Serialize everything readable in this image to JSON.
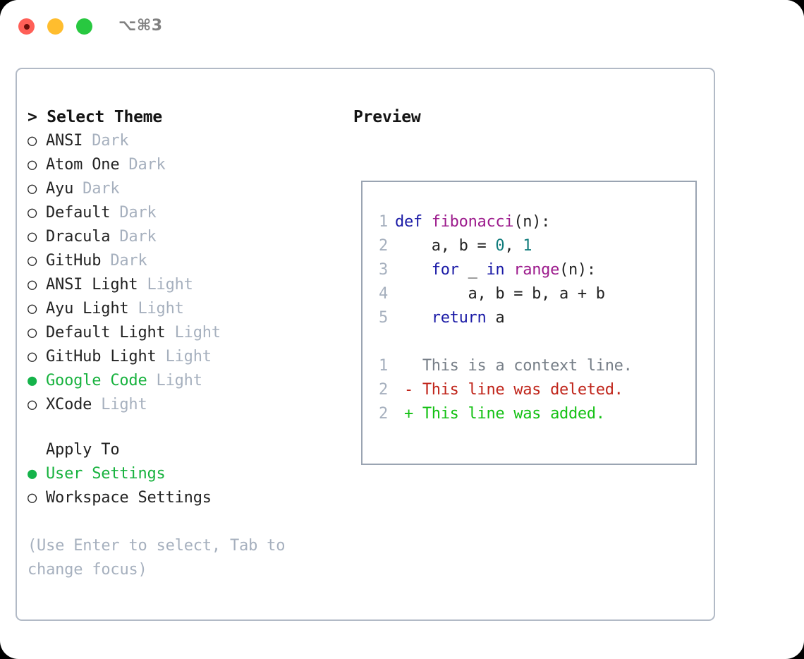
{
  "titlebar": {
    "shortcut": "⌥⌘3",
    "buttons": [
      {
        "name": "close",
        "color": "#ff5f57"
      },
      {
        "name": "minimize",
        "color": "#ffbd2e"
      },
      {
        "name": "maximize",
        "color": "#28c840"
      }
    ]
  },
  "theme_picker": {
    "heading": "> Select Theme",
    "marker_selected": "●",
    "marker_unselected": "○",
    "items": [
      {
        "label": "ANSI",
        "suffix": "Dark",
        "selected": false
      },
      {
        "label": "Atom One",
        "suffix": "Dark",
        "selected": false
      },
      {
        "label": "Ayu",
        "suffix": "Dark",
        "selected": false
      },
      {
        "label": "Default",
        "suffix": "Dark",
        "selected": false
      },
      {
        "label": "Dracula",
        "suffix": "Dark",
        "selected": false
      },
      {
        "label": "GitHub",
        "suffix": "Dark",
        "selected": false
      },
      {
        "label": "ANSI Light",
        "suffix": "Light",
        "selected": false
      },
      {
        "label": "Ayu Light",
        "suffix": "Light",
        "selected": false
      },
      {
        "label": "Default Light",
        "suffix": "Light",
        "selected": false
      },
      {
        "label": "GitHub Light",
        "suffix": "Light",
        "selected": false
      },
      {
        "label": "Google Code",
        "suffix": "Light",
        "selected": true
      },
      {
        "label": "XCode",
        "suffix": "Light",
        "selected": false
      }
    ]
  },
  "apply_to": {
    "heading": "Apply To",
    "items": [
      {
        "label": "User Settings",
        "selected": true
      },
      {
        "label": "Workspace Settings",
        "selected": false
      }
    ]
  },
  "hint": "(Use Enter to select, Tab to change focus)",
  "preview": {
    "heading": "Preview",
    "code_lines": [
      {
        "num": "1",
        "tokens": [
          {
            "t": "def",
            "c": "kw"
          },
          {
            "t": " ",
            "c": "pln"
          },
          {
            "t": "fibonacci",
            "c": "fn"
          },
          {
            "t": "(n):",
            "c": "pln"
          }
        ]
      },
      {
        "num": "2",
        "tokens": [
          {
            "t": "    a, b = ",
            "c": "pln"
          },
          {
            "t": "0",
            "c": "num"
          },
          {
            "t": ", ",
            "c": "pln"
          },
          {
            "t": "1",
            "c": "num"
          }
        ]
      },
      {
        "num": "3",
        "tokens": [
          {
            "t": "    ",
            "c": "pln"
          },
          {
            "t": "for",
            "c": "kw"
          },
          {
            "t": " _ ",
            "c": "pln"
          },
          {
            "t": "in",
            "c": "kw"
          },
          {
            "t": " ",
            "c": "pln"
          },
          {
            "t": "range",
            "c": "fn"
          },
          {
            "t": "(n):",
            "c": "pln"
          }
        ]
      },
      {
        "num": "4",
        "tokens": [
          {
            "t": "        a, b = b, a + b",
            "c": "pln"
          }
        ]
      },
      {
        "num": "5",
        "tokens": [
          {
            "t": "    ",
            "c": "pln"
          },
          {
            "t": "return",
            "c": "kw"
          },
          {
            "t": " a",
            "c": "pln"
          }
        ]
      }
    ],
    "diff_lines": [
      {
        "num": "1",
        "marker": " ",
        "text": "This is a context line.",
        "kind": "ctx"
      },
      {
        "num": "2",
        "marker": "-",
        "text": "This line was deleted.",
        "kind": "del"
      },
      {
        "num": "2",
        "marker": "+",
        "text": "This line was added.",
        "kind": "add"
      }
    ]
  },
  "colors": {
    "accent_green": "#17b23e",
    "muted": "#a6b0be",
    "keyword": "#1a1aa6",
    "function": "#9c1a8c",
    "number": "#127d7d",
    "diff_removed": "#c0251b",
    "diff_added": "#14c114",
    "border": "#b2bac6"
  }
}
